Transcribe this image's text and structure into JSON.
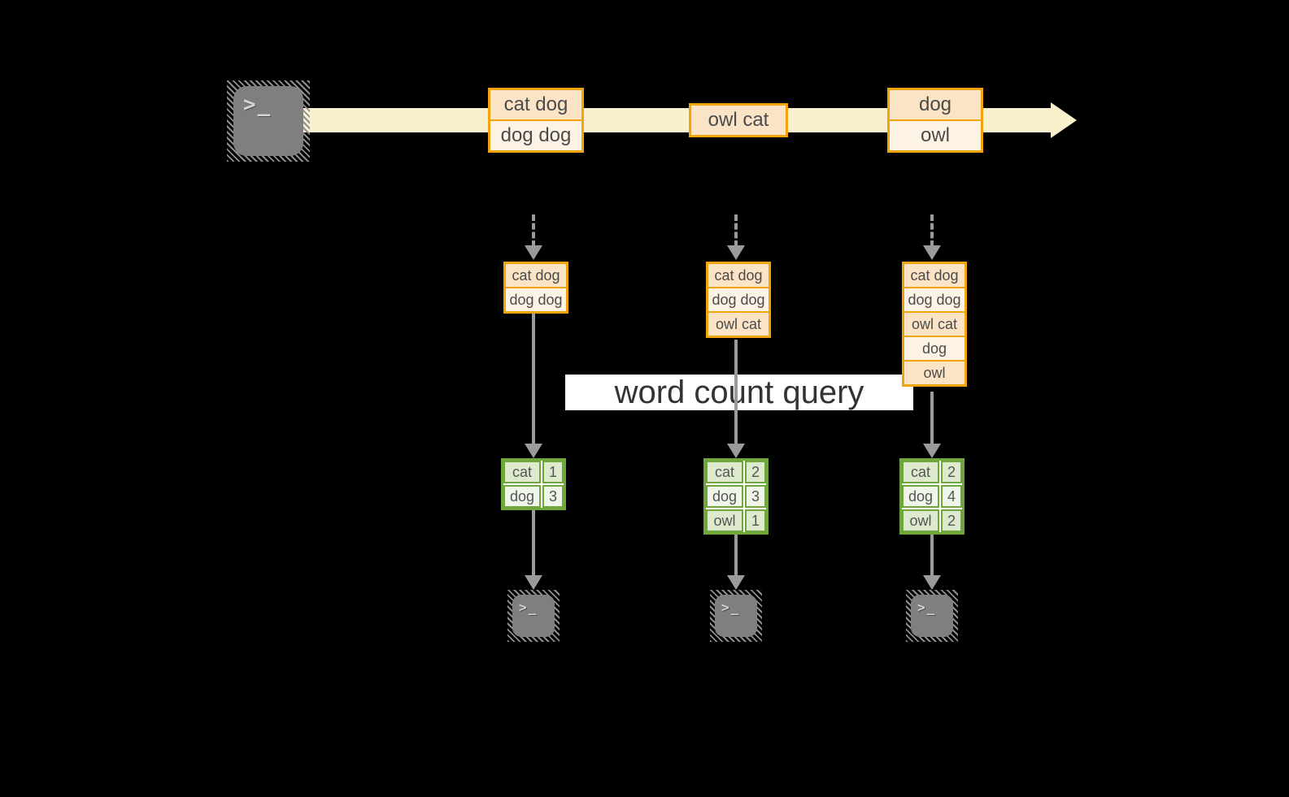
{
  "palette": {
    "background": "#000000",
    "stream_fill": "#FAF0CE",
    "box_border": "#F1A40B",
    "box_fill_dark": "#FBE3C5",
    "box_fill_light": "#FDF3E5",
    "result_border": "#6FA73C",
    "result_fill_dark": "#DDEACE",
    "result_fill_light": "#F0F5EA",
    "arrow_gray": "#9B9B9B",
    "terminal_gray": "#7F7F7F",
    "query_bar_bg": "#FFFFFF",
    "query_text": "#333333"
  },
  "query_label": "word count query",
  "terminal_glyph": ">_",
  "stream": {
    "events": [
      {
        "rows": [
          "cat dog",
          "dog dog"
        ]
      },
      {
        "rows": [
          "owl cat"
        ]
      },
      {
        "rows": [
          "dog",
          "owl"
        ]
      }
    ]
  },
  "input_tables": [
    {
      "rows": [
        "cat dog",
        "dog dog"
      ]
    },
    {
      "rows": [
        "cat dog",
        "dog dog",
        "owl cat"
      ]
    },
    {
      "rows": [
        "cat dog",
        "dog dog",
        "owl cat",
        "dog",
        "owl"
      ]
    }
  ],
  "result_tables": [
    {
      "rows": [
        {
          "word": "cat",
          "count": "1"
        },
        {
          "word": "dog",
          "count": "3"
        }
      ]
    },
    {
      "rows": [
        {
          "word": "cat",
          "count": "2"
        },
        {
          "word": "dog",
          "count": "3"
        },
        {
          "word": "owl",
          "count": "1"
        }
      ]
    },
    {
      "rows": [
        {
          "word": "cat",
          "count": "2"
        },
        {
          "word": "dog",
          "count": "4"
        },
        {
          "word": "owl",
          "count": "2"
        }
      ]
    }
  ]
}
